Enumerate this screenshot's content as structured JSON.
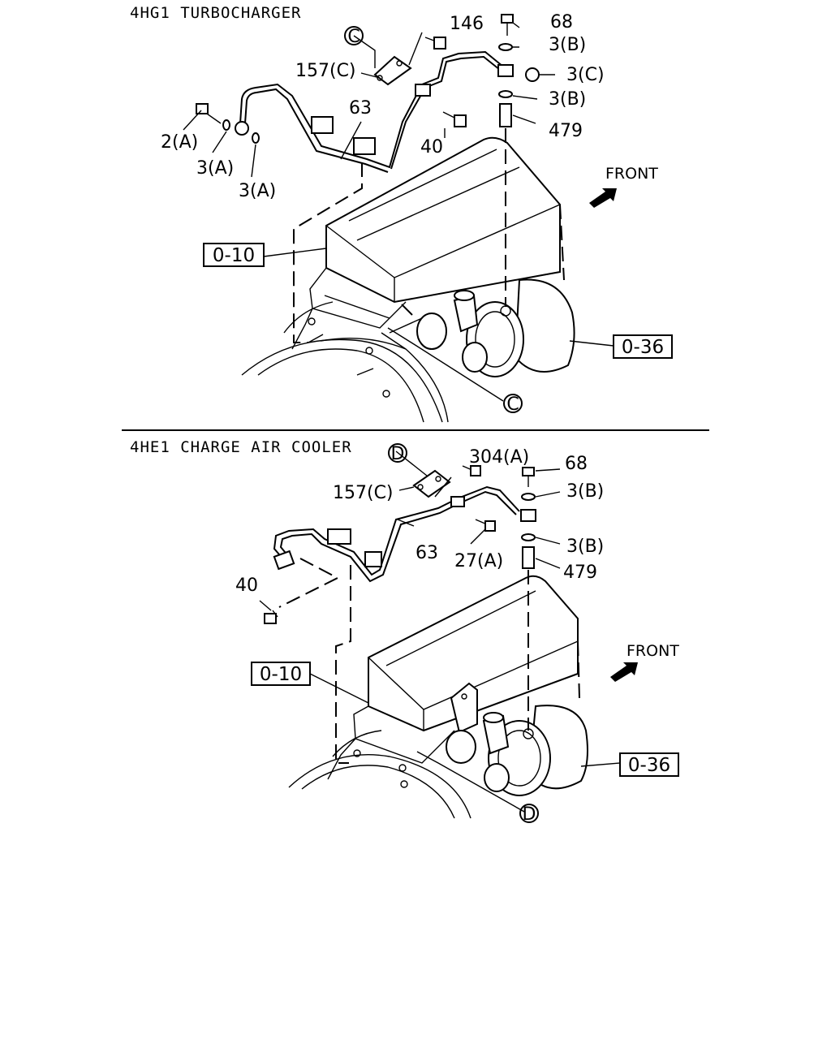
{
  "sections": [
    {
      "title": "4HG1 TURBOCHARGER",
      "callouts": [
        "146",
        "68",
        "3(B)",
        "3(C)",
        "3(B)",
        "479",
        "157(C)",
        "63",
        "40",
        "2(A)",
        "3(A)",
        "3(A)"
      ],
      "circle_refs": [
        "C",
        "C"
      ],
      "box_refs": [
        "0-10",
        "0-36"
      ],
      "direction": "FRONT"
    },
    {
      "title": "4HE1 CHARGE AIR COOLER",
      "callouts": [
        "304(A)",
        "68",
        "3(B)",
        "157(C)",
        "63",
        "27(A)",
        "3(B)",
        "479",
        "40"
      ],
      "circle_refs": [
        "D",
        "D"
      ],
      "box_refs": [
        "0-10",
        "0-36"
      ],
      "direction": "FRONT"
    }
  ]
}
